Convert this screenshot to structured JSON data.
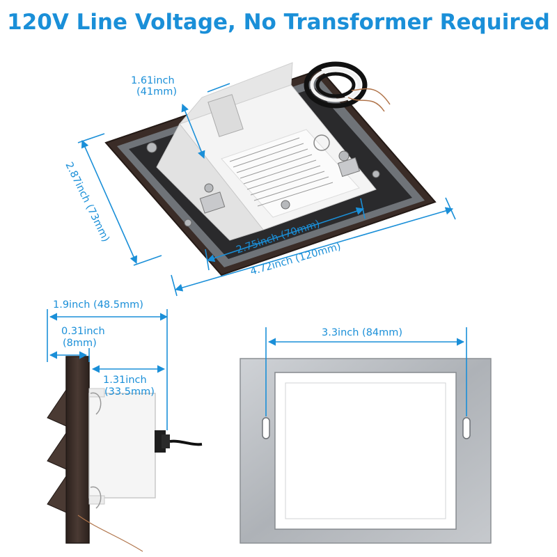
{
  "headline": "120V Line Voltage, No Transformer Required",
  "dimensions": {
    "depth_top": "1.61inch",
    "depth_top_mm": "(41mm)",
    "height": "2.87inch (73mm)",
    "inner_width": "2.75inch (70mm)",
    "outer_width": "4.72inch (120mm)",
    "side_total": "1.9inch (48.5mm)",
    "faceplate_thickness": "0.31inch",
    "faceplate_thickness_mm": "(8mm)",
    "body_depth": "1.31inch",
    "body_depth_mm": "(33.5mm)",
    "bracket_hole_spacing": "3.3inch (84mm)"
  },
  "colors": {
    "accent": "#1a8fd8",
    "housing": "#3a2c27",
    "module": "#f3f3f3",
    "bracket": "#b9bcc0"
  }
}
